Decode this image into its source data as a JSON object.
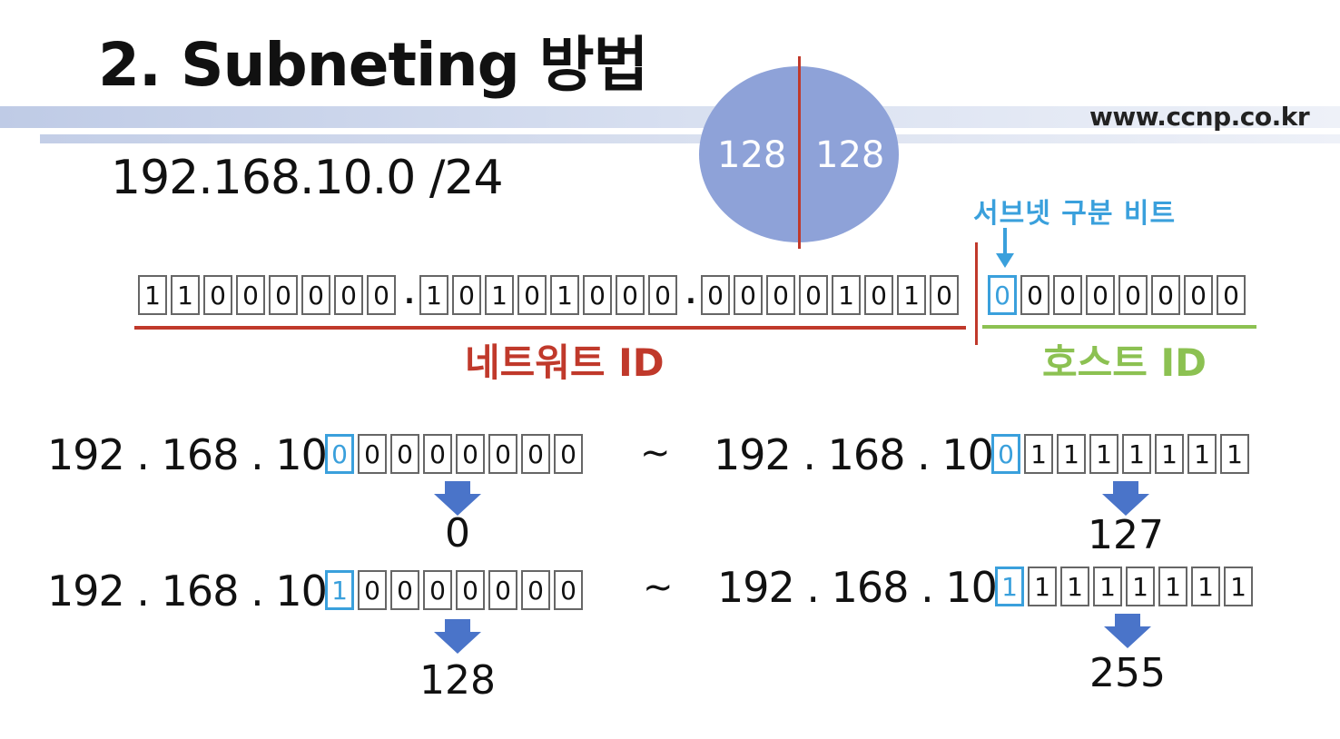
{
  "slide": {
    "title": "2. Subneting 방법",
    "website": "www.ccnp.co.kr",
    "address": "192.168.10.0 /24"
  },
  "circle": {
    "left_value": "128",
    "right_value": "128"
  },
  "subnet_bit_label": "서브넷 구분 비트",
  "octets": [
    [
      "1",
      "1",
      "0",
      "0",
      "0",
      "0",
      "0",
      "0"
    ],
    [
      "1",
      "0",
      "1",
      "0",
      "1",
      "0",
      "0",
      "0"
    ],
    [
      "0",
      "0",
      "0",
      "0",
      "1",
      "0",
      "1",
      "0"
    ],
    [
      "0",
      "0",
      "0",
      "0",
      "0",
      "0",
      "0",
      "0"
    ]
  ],
  "octet_separator": ".",
  "network_id_label": "네트워트 ID",
  "host_id_label": "호스트 ID",
  "range_separator": "~",
  "ranges": [
    {
      "start_prefix": "192 . 168 . 10 .",
      "start_bits": [
        "0",
        "0",
        "0",
        "0",
        "0",
        "0",
        "0",
        "0"
      ],
      "start_value": "0",
      "end_prefix": "192 . 168 . 10 .",
      "end_bits": [
        "0",
        "1",
        "1",
        "1",
        "1",
        "1",
        "1",
        "1"
      ],
      "end_value": "127"
    },
    {
      "start_prefix": "192 . 168 . 10 .",
      "start_bits": [
        "1",
        "0",
        "0",
        "0",
        "0",
        "0",
        "0",
        "0"
      ],
      "start_value": "128",
      "end_prefix": "192 . 168 . 10 .",
      "end_bits": [
        "1",
        "1",
        "1",
        "1",
        "1",
        "1",
        "1",
        "1"
      ],
      "end_value": "255"
    }
  ],
  "colors": {
    "network": "#c0392b",
    "host": "#8cc152",
    "subnet_bit": "#3aa0dc",
    "circle": "#8ea2d8",
    "arrow": "#4a74c9"
  }
}
